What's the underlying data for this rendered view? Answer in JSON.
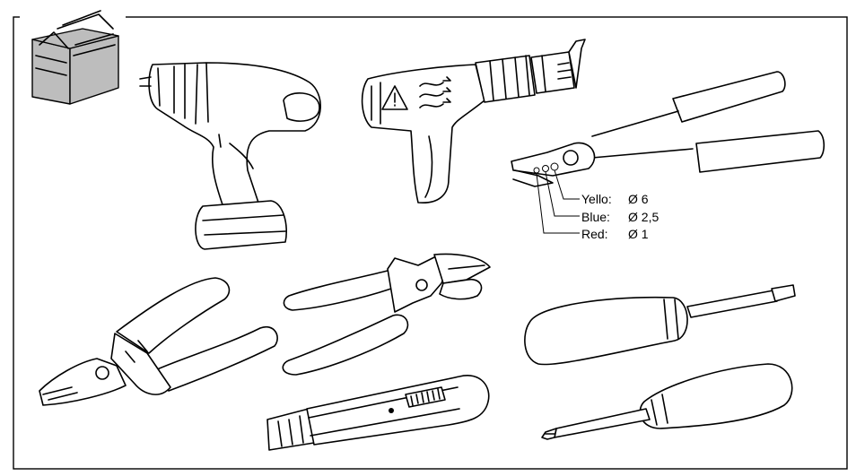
{
  "legend": {
    "color_label_1": "Yello:",
    "diameter_1": "Ø 6",
    "color_label_2": "Blue:",
    "diameter_2": "Ø 2,5",
    "color_label_3": "Red:",
    "diameter_3": "Ø 1"
  }
}
